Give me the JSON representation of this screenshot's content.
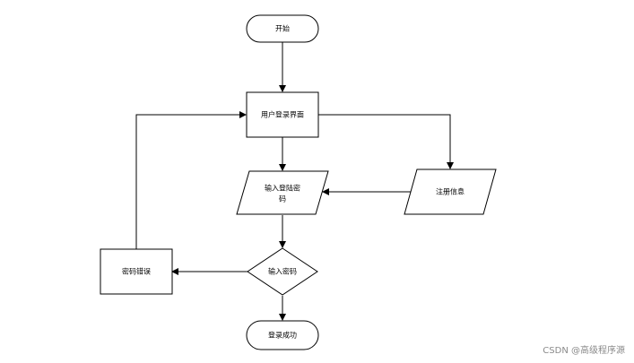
{
  "diagram": {
    "nodes": {
      "start": "开始",
      "login_ui": "用户登录界面",
      "input_login_line1": "输入登陆密",
      "input_login_line2": "码",
      "register_info": "注册信息",
      "input_password": "输入密码",
      "password_error": "密码错误",
      "login_success": "登录成功"
    }
  },
  "watermark": "CSDN @高级程序源"
}
